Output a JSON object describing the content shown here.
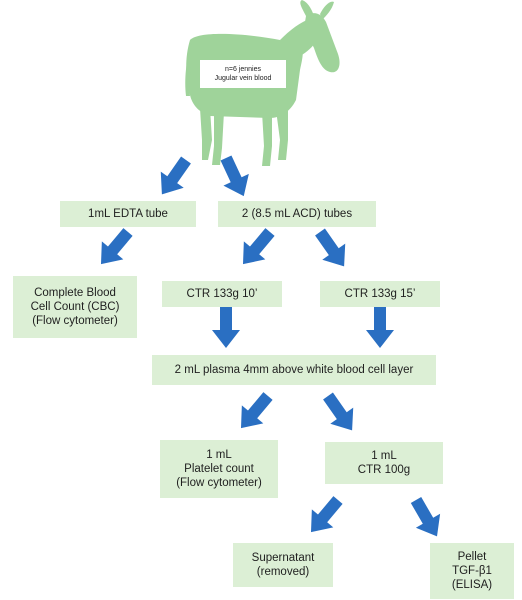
{
  "subject": {
    "lines": [
      "n=6 jennies",
      "Jugular vein blood"
    ]
  },
  "boxes": {
    "edta": [
      "1mL EDTA tube"
    ],
    "acd": [
      "2 (8.5 mL ACD) tubes"
    ],
    "cbc": [
      "Complete Blood",
      "Cell Count (CBC)",
      "(Flow cytometer)"
    ],
    "ctr10": [
      "CTR 133g 10’"
    ],
    "ctr15": [
      "CTR 133g 15’"
    ],
    "plasma": [
      "2 mL plasma 4mm  above white blood cell layer"
    ],
    "platelet": [
      "1 mL",
      "Platelet count",
      "(Flow cytometer)"
    ],
    "ctr100": [
      "1 mL",
      "CTR 100g"
    ],
    "supernatant": [
      "Supernatant",
      "(removed)"
    ],
    "pellet": [
      "Pellet",
      "TGF-β1",
      "(ELISA)"
    ]
  },
  "colors": {
    "box_fill": "#dcefd5",
    "arrow": "#2a6fc2",
    "donkey": "#9fd39a"
  }
}
